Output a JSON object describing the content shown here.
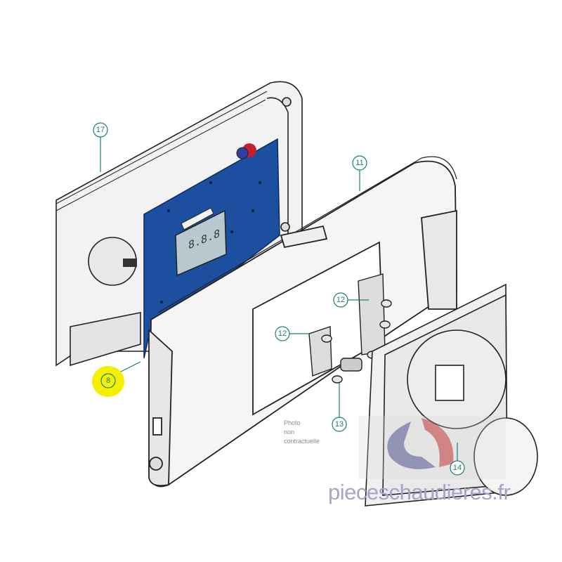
{
  "diagram": {
    "title": "Exploded view - control panel",
    "callouts": [
      {
        "label": "17",
        "part": "rear-housing"
      },
      {
        "label": "11",
        "part": "front-frame"
      },
      {
        "label": "12",
        "part": "knob-spindle-right"
      },
      {
        "label": "12",
        "part": "knob-spindle-left"
      },
      {
        "label": "8",
        "part": "circuit-board",
        "highlight": true
      },
      {
        "label": "13",
        "part": "connector"
      },
      {
        "label": "14",
        "part": "front-cover"
      }
    ],
    "lcd_display": "8.8.8",
    "highlight_color": "#f5f000",
    "callout_color": "#1b7f78",
    "board_color": "#1d4fa0"
  },
  "watermark": {
    "site": "pieceschaudieres.fr",
    "note_lines": [
      "Photo",
      "non",
      "contractuelle"
    ]
  }
}
